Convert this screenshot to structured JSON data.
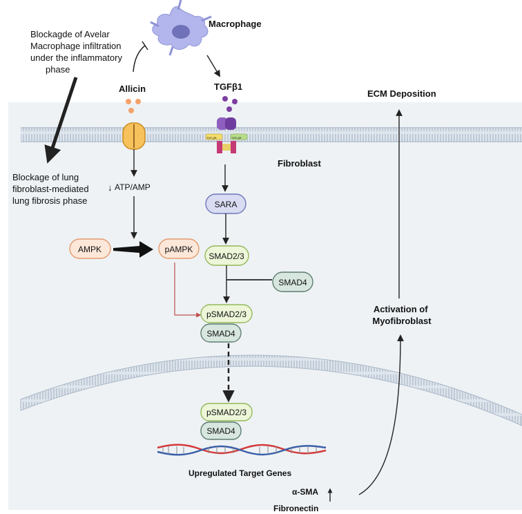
{
  "labels": {
    "macrophage": "Macrophage",
    "blockade_note": [
      "Blockagde of Avelar",
      "Macrophage infiltration",
      "under the inflammatory",
      "phase"
    ],
    "allicin": "Allicin",
    "tgfb1": "TGFβ1",
    "ecm": "ECM Deposition",
    "fibroblast": "Fibroblast",
    "fibrosis_note": [
      "Blockage of lung",
      "fibroblast-mediated",
      "lung fibrosis phase"
    ],
    "atp_amp": "ATP/AMP",
    "atp_arrow": "↓",
    "ampk": "AMPK",
    "pampk": "pAMPK",
    "sara": "SARA",
    "smad23": "SMAD2/3",
    "smad4": "SMAD4",
    "psmad23": "pSMAD2/3",
    "smad4_complex": "SMAD4",
    "psmad23_nuc": "pSMAD2/3",
    "smad4_nuc": "SMAD4",
    "activation": [
      "Activation of",
      "Myofibroblast"
    ],
    "target_genes": "Upregulated Target Genes",
    "alpha_sma": "α-SMA",
    "fibronectin": "Fibronectin",
    "receptor_label": "TGF-βR"
  },
  "colors": {
    "cell_bg": "#eef2f5",
    "membrane": "#cfd8e2",
    "macrophage": "#b3b6ec",
    "allicin_dots": "#f4a26b",
    "tgf_dots": "#7c3fa0",
    "ampk_fill": "#fde7d9",
    "ampk_stroke": "#e39b6d",
    "sara_fill": "#d9dcf2",
    "sara_stroke": "#6e78b8",
    "smad23_fill": "#edf6d8",
    "smad23_stroke": "#94b85a",
    "smad4_fill": "#d7e6df",
    "smad4_stroke": "#5d7d6e",
    "inhibit_red": "#c0504d",
    "dna_red": "#d43a3a",
    "dna_blue": "#3a5fa8"
  }
}
